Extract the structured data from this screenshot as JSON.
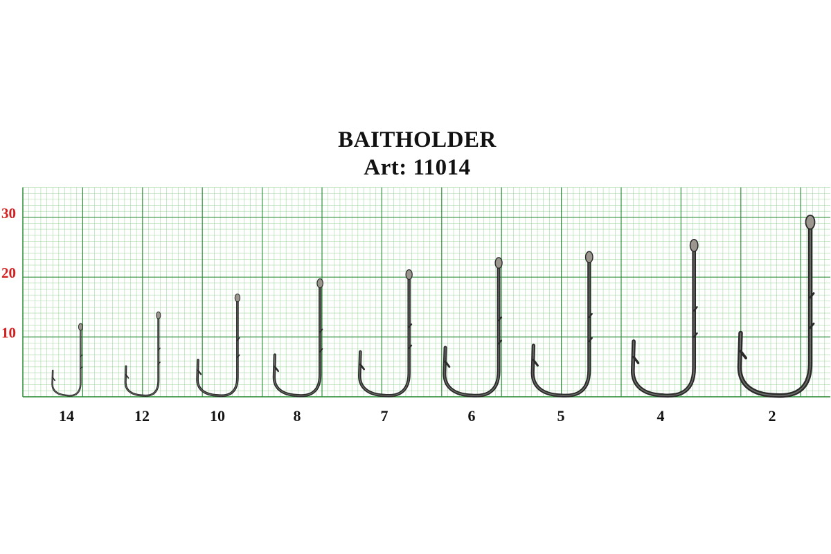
{
  "title": "BAITHOLDER",
  "article": "Art: 11014",
  "colors": {
    "grid_minor": "#a3d6a3",
    "grid_major": "#2f8f3a",
    "axis_label": "#d42020",
    "hook": "#2a2a2a",
    "hook_highlight": "#8a8a84",
    "text": "#111111"
  },
  "grid": {
    "unit": "mm",
    "ymax": 35,
    "major_every": 10,
    "minor_every": 1
  },
  "y_ticks": [
    "10",
    "20",
    "30"
  ],
  "hooks": [
    {
      "size": "14",
      "length_mm": 12
    },
    {
      "size": "12",
      "length_mm": 14
    },
    {
      "size": "10",
      "length_mm": 17
    },
    {
      "size": "8",
      "length_mm": 19.5
    },
    {
      "size": "7",
      "length_mm": 21
    },
    {
      "size": "6",
      "length_mm": 23
    },
    {
      "size": "5",
      "length_mm": 24
    },
    {
      "size": "4",
      "length_mm": 26
    },
    {
      "size": "2",
      "length_mm": 30
    }
  ]
}
